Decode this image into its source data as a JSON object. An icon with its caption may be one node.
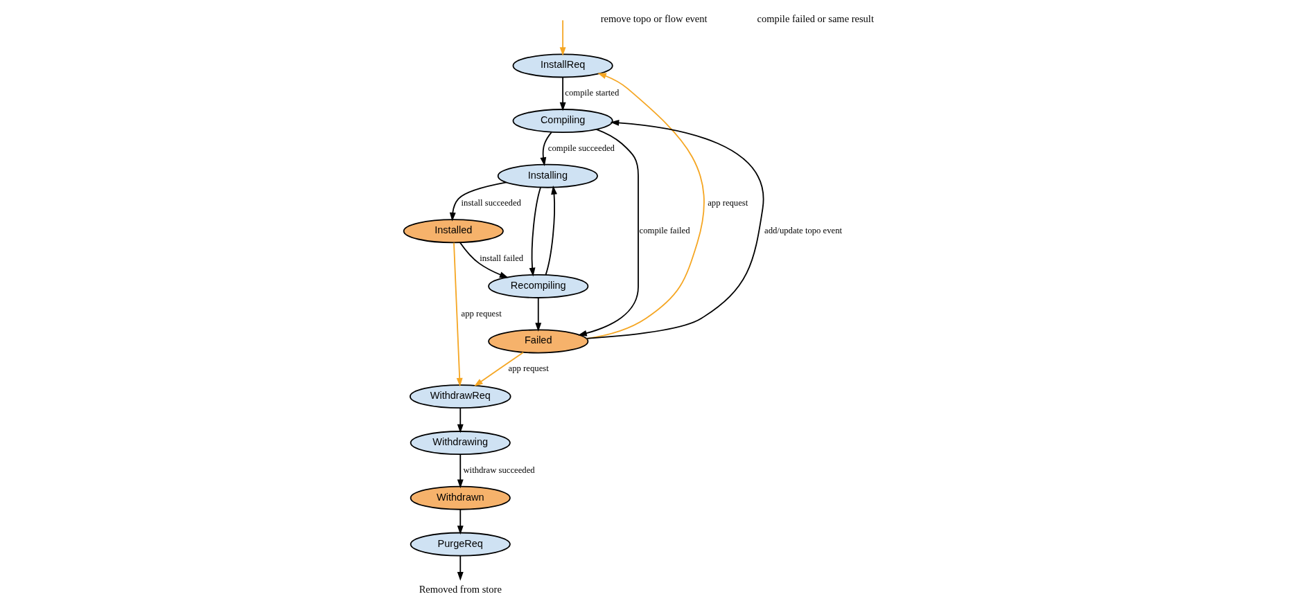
{
  "diagram": {
    "nodes": [
      {
        "text": [
          "InstallReq"
        ]
      },
      {
        "text": [
          "Compiling"
        ]
      },
      {
        "text": [
          "Installing"
        ]
      },
      {
        "text": [
          "Installed"
        ]
      },
      {
        "text": [
          "Recompiling"
        ]
      },
      {
        "text": [
          "Failed"
        ]
      },
      {
        "text": [
          "WithdrawReq"
        ]
      },
      {
        "text": [
          "Withdrawing"
        ]
      },
      {
        "text": [
          "Withdrawn"
        ]
      },
      {
        "text": [
          "PurgeReq"
        ]
      },
      {
        "text": [
          "Removed from store"
        ]
      }
    ],
    "edges": [
      {
        "from": null,
        "to": 0,
        "arrow": "to",
        "color": "#f5a623"
      },
      {
        "from": 0,
        "to": 1,
        "arrow": "to",
        "label": "compile started"
      },
      {
        "from": 1,
        "to": 5,
        "arrow": "to",
        "label": "compile failed"
      },
      {
        "from": 1,
        "to": 2,
        "arrow": "to",
        "label": "compile succeeded"
      },
      {
        "from": 2,
        "to": 3,
        "arrow": "to",
        "label": "install succeeded"
      },
      {
        "from": 4,
        "to": 2,
        "arrow": "to"
      },
      {
        "from": 2,
        "to": 4,
        "arrow": "to"
      },
      {
        "from": 3,
        "to": 4,
        "arrow": "to",
        "label": "install failed"
      },
      {
        "from": 4,
        "to": 5,
        "arrow": "to"
      },
      {
        "from": 5,
        "to": 1,
        "arrow": "to",
        "label": "add/update topo event"
      },
      {
        "from": 5,
        "to": 0,
        "arrow": "to",
        "label": "app request",
        "color": "#f5a623"
      },
      {
        "from": 5,
        "to": 6,
        "arrow": "to",
        "label": "app request",
        "color": "#f5a623"
      },
      {
        "from": 3,
        "to": 6,
        "arrow": "to",
        "label": "app request",
        "color": "#f5a623"
      },
      {
        "from": 6,
        "to": 7,
        "arrow": "to"
      },
      {
        "from": 7,
        "to": 8,
        "arrow": "to",
        "label": "withdraw succeeded"
      },
      {
        "from": 8,
        "to": 9,
        "arrow": "to"
      },
      {
        "from": 9,
        "to": 10,
        "arrow": "to"
      }
    ],
    "labels": [
      "remove topo or flow event",
      "compile failed or same result"
    ]
  }
}
